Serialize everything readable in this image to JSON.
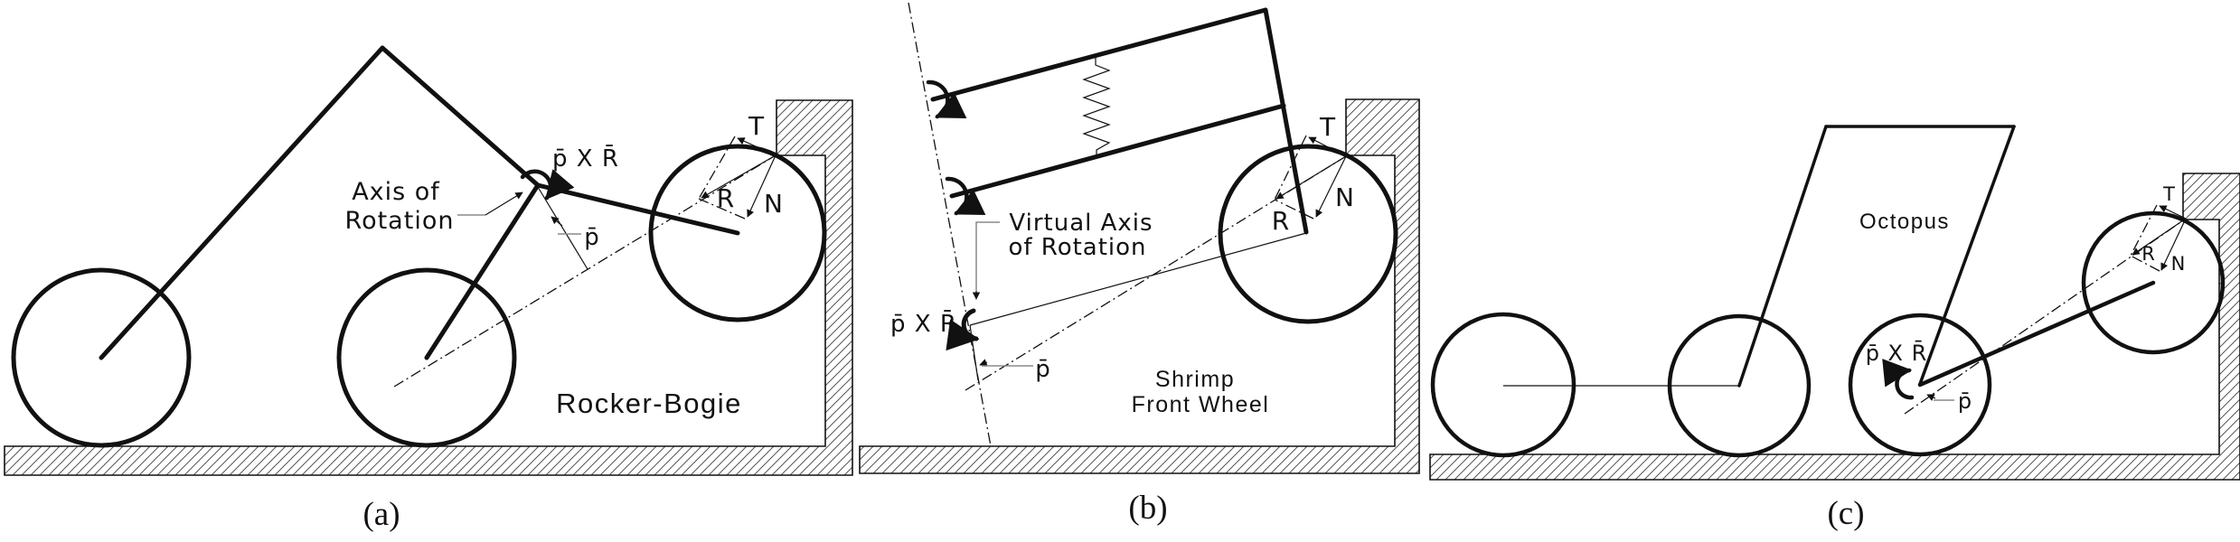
{
  "figure": {
    "background": "#ffffff",
    "ink_color": "#111111",
    "leader_color": "#8a8a8a",
    "hatch_color": "#555555",
    "captions": {
      "a": "(a)",
      "b": "(b)",
      "c": "(c)"
    }
  },
  "panel_a": {
    "name_label": "Rocker-Bogie",
    "axis_label_line1": "Axis of",
    "axis_label_line2": "Rotation",
    "moment_label": "p̄ X R̄",
    "p_label": "p̄",
    "force_labels": {
      "T": "T",
      "R": "R",
      "N": "N"
    }
  },
  "panel_b": {
    "name_label_line1": "Shrimp",
    "name_label_line2": "Front Wheel",
    "axis_label_line1": "Virtual Axis",
    "axis_label_line2": "of Rotation",
    "moment_label": "p̄ X R̄",
    "p_label": "p̄",
    "force_labels": {
      "T": "T",
      "R": "R",
      "N": "N"
    }
  },
  "panel_c": {
    "name_label": "Octopus",
    "moment_label": "p̄ X R̄",
    "p_label": "p̄",
    "force_labels": {
      "T": "T",
      "R": "R",
      "N": "N"
    }
  }
}
